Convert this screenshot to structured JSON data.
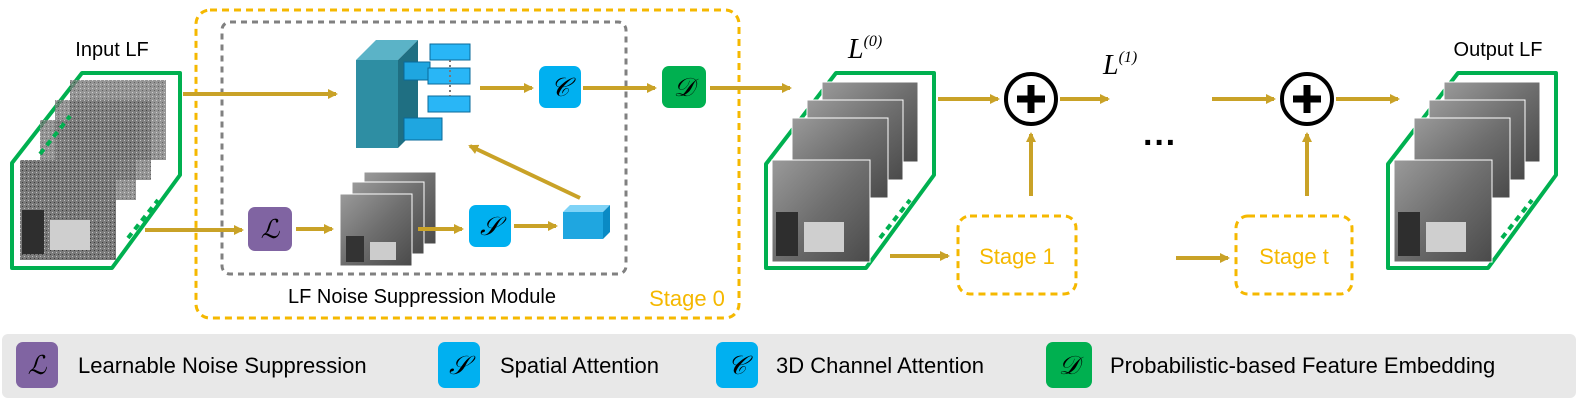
{
  "labels": {
    "input_lf": "Input LF",
    "output_lf": "Output LF",
    "module_title": "LF Noise Suppression Module",
    "stage0": "Stage 0",
    "stage1": "Stage 1",
    "stage_t": "Stage t",
    "ellipsis": "···",
    "l_symbol": "L",
    "l0_sup": "(0)",
    "l1_sup": "(1)"
  },
  "blocks": {
    "L": "ℒ",
    "S": "𝒮",
    "C": "𝒞",
    "D": "𝒟"
  },
  "legend": [
    {
      "symbol": "ℒ",
      "label": "Learnable Noise Suppression",
      "color": "#8064a2"
    },
    {
      "symbol": "𝒮",
      "label": "Spatial Attention",
      "color": "#00b0f0"
    },
    {
      "symbol": "𝒞",
      "label": "3D Channel Attention",
      "color": "#00b0f0"
    },
    {
      "symbol": "𝒟",
      "label": "Probabilistic-based Feature Embedding",
      "color": "#00b050"
    }
  ],
  "colors": {
    "arrow": "#c9a227",
    "stage": "#f5b800",
    "module_border": "#808080",
    "lf_border": "#00b050",
    "L_block": "#8064a2",
    "S_block": "#00b0f0",
    "C_block": "#00b0f0",
    "D_block": "#00b050",
    "unet": "#2e8ea3",
    "legend_bg": "#e8e8e8"
  }
}
